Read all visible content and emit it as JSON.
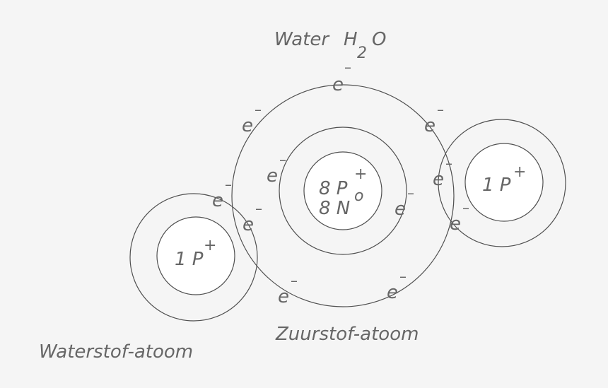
{
  "title": {
    "word": "Water",
    "formula_h": "H",
    "formula_sub": "2",
    "formula_o": "O"
  },
  "electron": {
    "symbol": "e",
    "charge": "–"
  },
  "oxygen": {
    "protons": "8 P",
    "proton_charge": "+",
    "neutron_sup": "o",
    "neutrons": "8 N",
    "label": "Zuurstof-atoom"
  },
  "hydrogen_left": {
    "protons": "1 P",
    "proton_charge": "+",
    "label": "Waterstof-atoom"
  },
  "hydrogen_right": {
    "protons": "1 P",
    "proton_charge": "+"
  }
}
